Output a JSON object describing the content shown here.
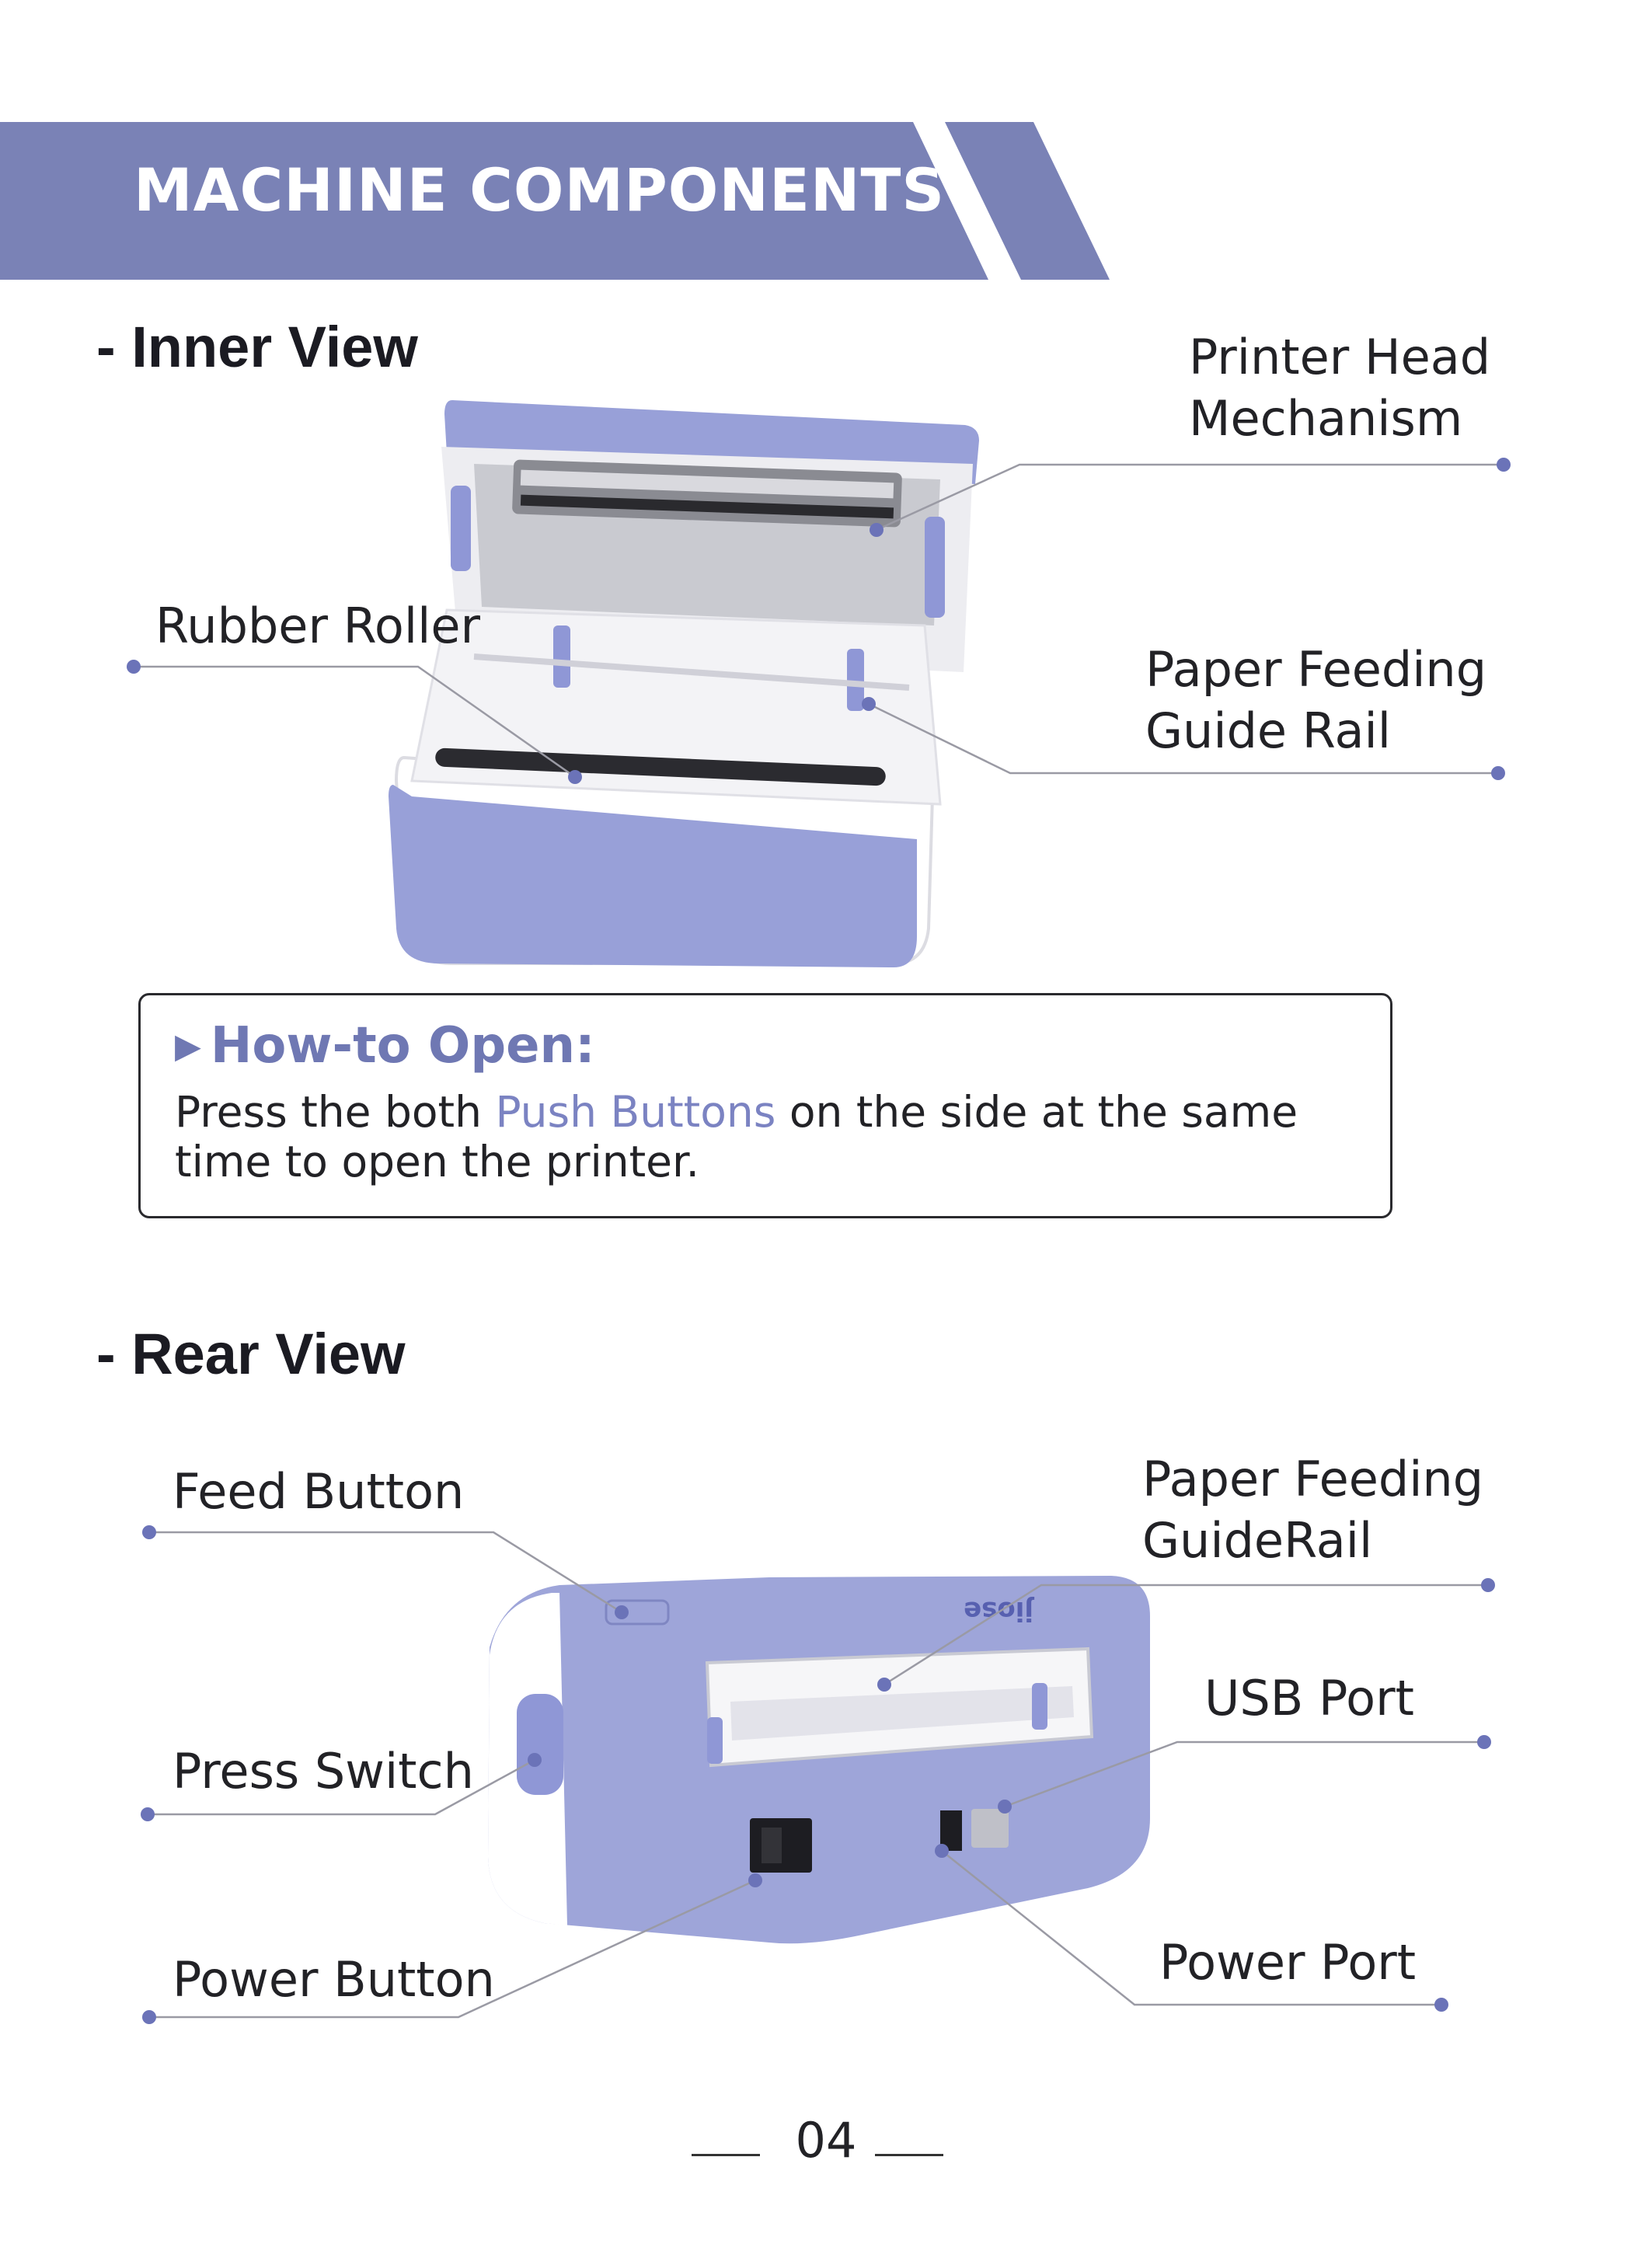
{
  "header": {
    "title": "MACHINE COMPONENTS"
  },
  "inner_view": {
    "title": "- Inner View",
    "labels": {
      "printer_head": [
        "Printer Head",
        "Mechanism"
      ],
      "rubber_roller": "Rubber Roller",
      "guide_rail": [
        "Paper Feeding",
        "Guide Rail"
      ]
    }
  },
  "how_to_open": {
    "title": "How-to Open:",
    "text_before": "Press the both ",
    "highlight": "Push Buttons",
    "text_after": " on the side at the same time to open the printer."
  },
  "rear_view": {
    "title": "- Rear View",
    "labels": {
      "feed_button": "Feed Button",
      "guide_rail": [
        "Paper Feeding",
        "GuideRail"
      ],
      "usb_port": "USB Port",
      "press_switch": "Press Switch",
      "power_button": "Power Button",
      "power_port": "Power Port"
    },
    "brand_text": "jiose"
  },
  "footer": {
    "page_number": "04"
  },
  "colors": {
    "banner": "#7a82b6",
    "accent": "#7b83c2",
    "printer_body": "#9aa1d8",
    "leader_line": "#9a9aa4",
    "marker_dot": "#6b73b8"
  }
}
